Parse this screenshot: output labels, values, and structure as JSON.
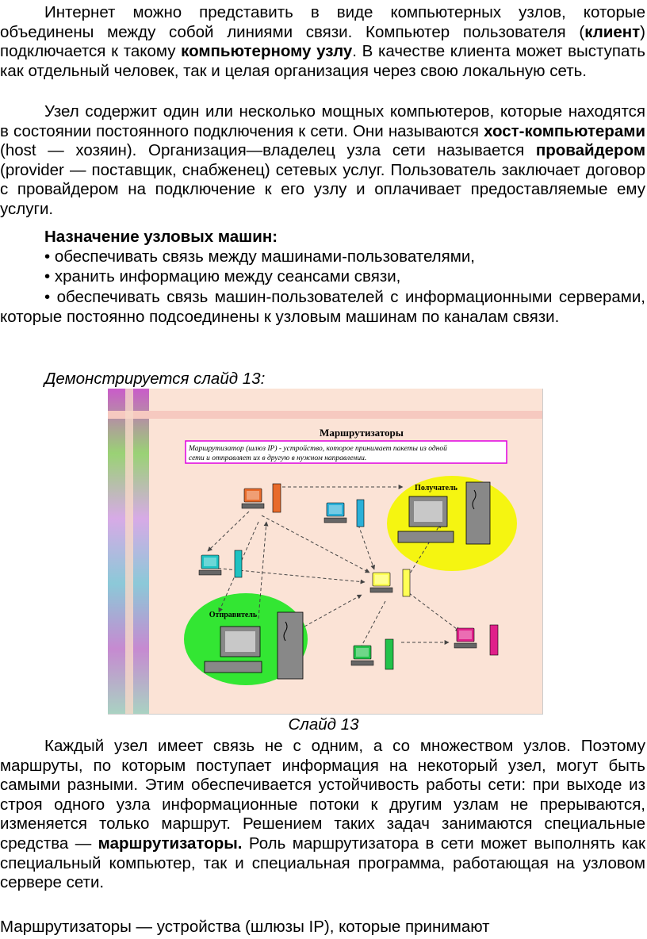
{
  "para1": {
    "t1": "Интернет можно представить в виде компьютерных узлов, которые объединены между собой линиями связи. Компьютер пользователя (",
    "b1": "клиент",
    "t2": ") подключается к такому ",
    "b2": "компьютерному узлу",
    "t3": ". В качестве клиента может выступать как отдельный человек, так и целая организация через свою локальную сеть."
  },
  "para2": {
    "t1": "Узел содержит один или несколько мощных компьютеров, которые находятся в состоянии постоянного подключения к сети. Они называются ",
    "b1": "хост-компьютерами",
    "t2": " (host — хозяин). Организация—владелец узла сети называется ",
    "b2": "провайдером",
    "t3": " (provider — поставщик, снабженец) сетевых услуг. Пользователь заключает договор с провайдером на подключение к его узлу и оплачивает предоставляемые ему услуги."
  },
  "purpose_heading": "Назначение узловых машин:",
  "bullets": [
    "• обеспечивать связь между машинами-пользователями,",
    "•  хранить информацию между сеансами связи,",
    "•   обеспечивать связь машин-пользователей с информационными серверами, которые постоянно подсоединены к узловым машинам по каналам связи."
  ],
  "demo_line": "Демонстрируется слайд 13:",
  "slide": {
    "title": "Маршрутизаторы",
    "definition_line1": "Маршрутизатор (шлюз IP) - устройство, которое принимает пакеты из одной",
    "definition_line2": "сети и отправляет их в другую в нужном направлении.",
    "receiver_label": "Получатель",
    "sender_label": "Отправитель"
  },
  "slide_caption": "Слайд 13",
  "para3": {
    "t1": "Каждый узел имеет связь не с одним, а со множеством узлов. Поэтому маршруты, по которым поступает информация на некоторый узел, могут быть самыми разными. Этим обеспечивается устойчивость работы сети: при выходе из строя одного узла информационные потоки к другим узлам не прерываются, изменяется только маршрут. Решением таких задач занимаются специальные средства — ",
    "b1": "маршрутизаторы.",
    "t2": " Роль маршрутизатора в сети может выполнять как специальный компьютер, так и специальная программа, работающая на узловом сервере сети."
  },
  "last_line": "Маршрутизаторы — устройства (шлюзы IP), которые принимают",
  "colors": {
    "slide_bg": "#fbe3d6",
    "green_ellipse": "#33e633",
    "yellow_ellipse": "#f5f511",
    "definition_border": "#e000e0"
  }
}
